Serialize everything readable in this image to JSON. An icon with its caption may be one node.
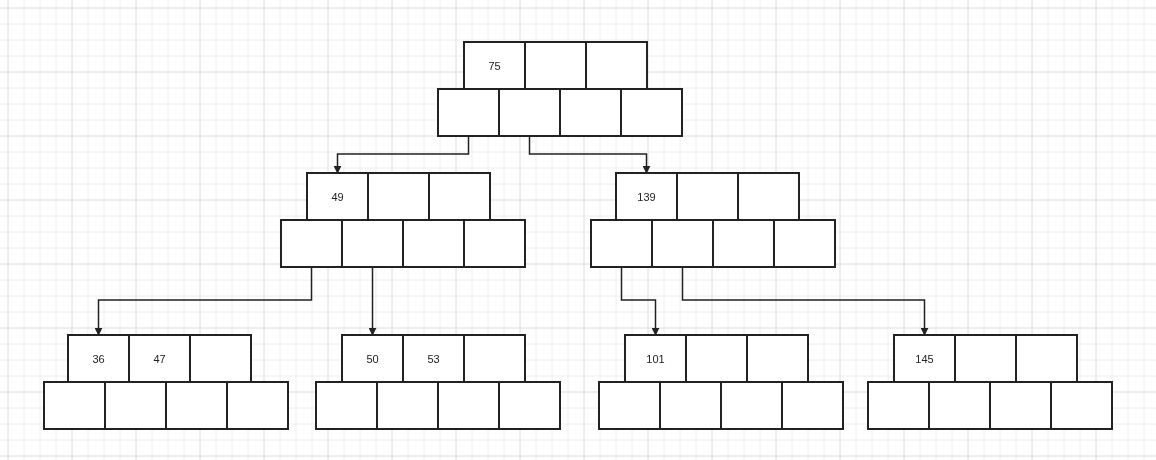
{
  "diagram": {
    "nodes": [
      {
        "text": [
          "75"
        ]
      },
      {
        "text": [],
        "shape": "box"
      },
      {
        "text": [],
        "shape": "box"
      },
      {
        "text": [],
        "shape": "box"
      },
      {
        "text": [],
        "shape": "box"
      },
      {
        "text": [],
        "shape": "box"
      },
      {
        "text": [],
        "shape": "box"
      },
      {
        "text": [
          "49"
        ]
      },
      {
        "text": [],
        "shape": "box"
      },
      {
        "text": [],
        "shape": "box"
      },
      {
        "text": [],
        "shape": "box"
      },
      {
        "text": [],
        "shape": "box"
      },
      {
        "text": [],
        "shape": "box"
      },
      {
        "text": [],
        "shape": "box"
      },
      {
        "text": [
          "139"
        ]
      },
      {
        "text": [],
        "shape": "box"
      },
      {
        "text": [],
        "shape": "box"
      },
      {
        "text": [],
        "shape": "box"
      },
      {
        "text": [],
        "shape": "box"
      },
      {
        "text": [],
        "shape": "box"
      },
      {
        "text": [],
        "shape": "box"
      },
      {
        "text": [
          "36"
        ]
      },
      {
        "text": [
          "47"
        ]
      },
      {
        "text": [],
        "shape": "box"
      },
      {
        "text": [],
        "shape": "box"
      },
      {
        "text": [],
        "shape": "box"
      },
      {
        "text": [],
        "shape": "box"
      },
      {
        "text": [],
        "shape": "box"
      },
      {
        "text": [
          "50"
        ]
      },
      {
        "text": [
          "53"
        ]
      },
      {
        "text": [],
        "shape": "box"
      },
      {
        "text": [],
        "shape": "box"
      },
      {
        "text": [],
        "shape": "box"
      },
      {
        "text": [],
        "shape": "box"
      },
      {
        "text": [],
        "shape": "box"
      },
      {
        "text": [
          "101"
        ]
      },
      {
        "text": [],
        "shape": "box"
      },
      {
        "text": [],
        "shape": "box"
      },
      {
        "text": [],
        "shape": "box"
      },
      {
        "text": [],
        "shape": "box"
      },
      {
        "text": [],
        "shape": "box"
      },
      {
        "text": [],
        "shape": "box"
      },
      {
        "text": [
          "145"
        ]
      },
      {
        "text": [],
        "shape": "box"
      },
      {
        "text": [],
        "shape": "box"
      },
      {
        "text": [],
        "shape": "box"
      },
      {
        "text": [],
        "shape": "box"
      },
      {
        "text": [],
        "shape": "box"
      },
      {
        "text": [],
        "shape": "box"
      }
    ],
    "edges": [
      {
        "from": 3,
        "to": 7,
        "arrow": "to"
      },
      {
        "from": 4,
        "to": 14,
        "arrow": "to"
      },
      {
        "from": 10,
        "to": 21,
        "arrow": "to"
      },
      {
        "from": 11,
        "to": 28,
        "arrow": "to"
      },
      {
        "from": 17,
        "to": 35,
        "arrow": "to"
      },
      {
        "from": 18,
        "to": 42,
        "arrow": "to"
      }
    ]
  }
}
